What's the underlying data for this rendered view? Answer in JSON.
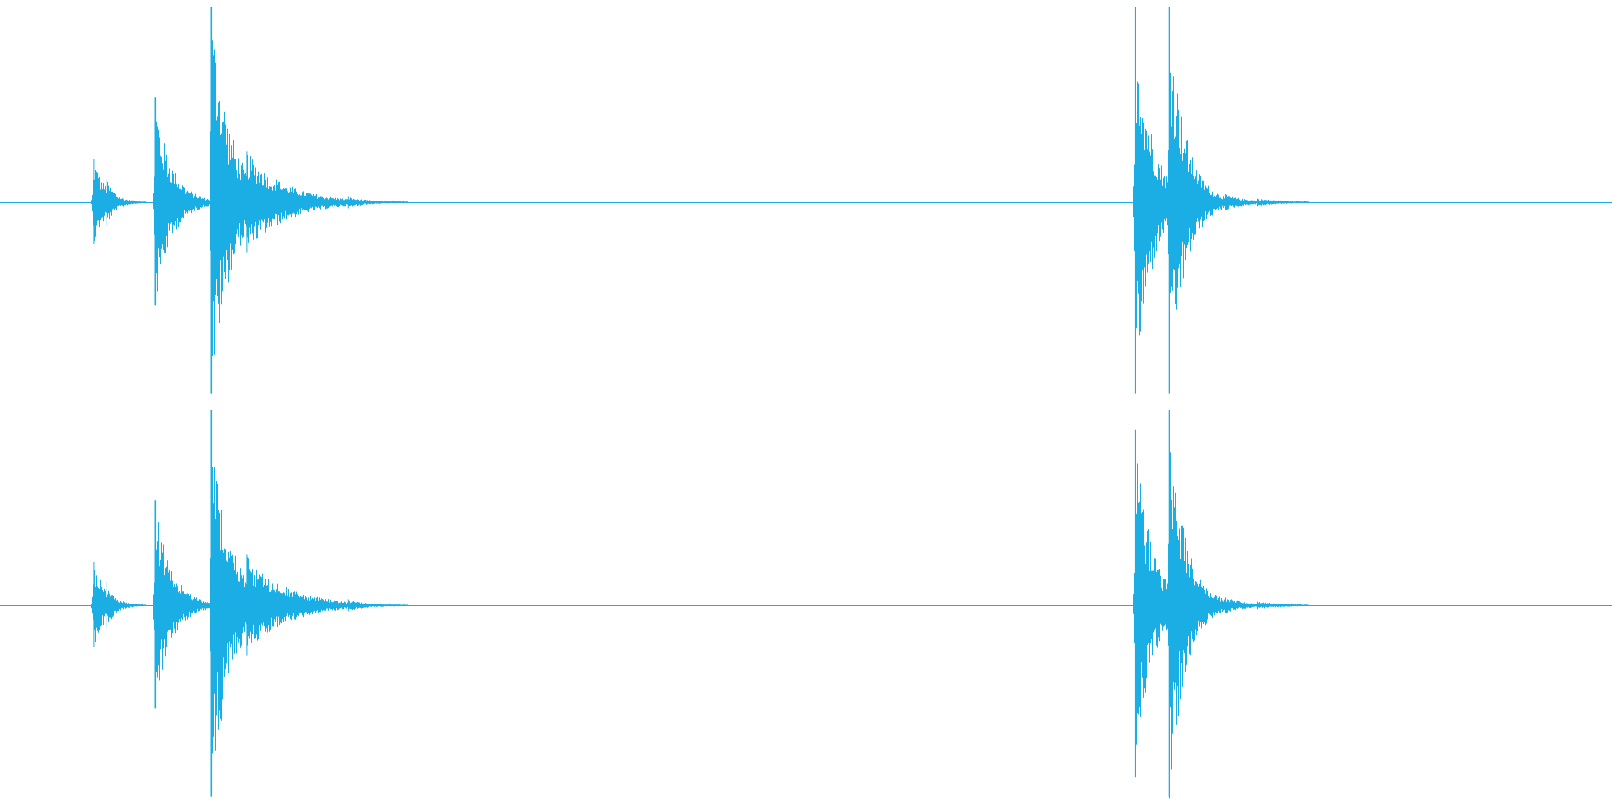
{
  "colors": {
    "background": "#ffffff",
    "waveform": "#1aaee5"
  },
  "chart_data": {
    "type": "line",
    "x_range": [
      0,
      1
    ],
    "y_range": [
      -1,
      1
    ],
    "grid": false,
    "legend": "none",
    "series": [
      {
        "transients": [
          {
            "t": 0.058,
            "amp": 0.22,
            "decay": 0.008
          },
          {
            "t": 0.066,
            "amp": 0.12,
            "decay": 0.006
          },
          {
            "t": 0.096,
            "amp": 0.54,
            "decay": 0.01
          },
          {
            "t": 0.131,
            "amp": 1.0,
            "decay": 0.012
          },
          {
            "t": 0.153,
            "amp": 0.26,
            "decay": 0.024
          },
          {
            "t": 0.166,
            "amp": 0.06,
            "decay": 0.02
          },
          {
            "t": 0.216,
            "amp": 0.03,
            "decay": 0.014
          },
          {
            "t": 0.704,
            "amp": 1.0,
            "decay": 0.01
          },
          {
            "t": 0.707,
            "amp": 0.24,
            "decay": 0.008
          },
          {
            "t": 0.725,
            "amp": 1.0,
            "decay": 0.01
          },
          {
            "t": 0.736,
            "amp": 0.06,
            "decay": 0.01
          },
          {
            "t": 0.746,
            "amp": 0.05,
            "decay": 0.012
          },
          {
            "t": 0.76,
            "amp": 0.04,
            "decay": 0.015
          },
          {
            "t": 0.78,
            "amp": 0.02,
            "decay": 0.02
          }
        ]
      },
      {
        "transients": [
          {
            "t": 0.058,
            "amp": 0.22,
            "decay": 0.008
          },
          {
            "t": 0.066,
            "amp": 0.12,
            "decay": 0.006
          },
          {
            "t": 0.096,
            "amp": 0.54,
            "decay": 0.01
          },
          {
            "t": 0.131,
            "amp": 1.0,
            "decay": 0.012
          },
          {
            "t": 0.153,
            "amp": 0.26,
            "decay": 0.024
          },
          {
            "t": 0.166,
            "amp": 0.06,
            "decay": 0.02
          },
          {
            "t": 0.216,
            "amp": 0.03,
            "decay": 0.014
          },
          {
            "t": 0.704,
            "amp": 0.9,
            "decay": 0.01
          },
          {
            "t": 0.707,
            "amp": 0.22,
            "decay": 0.008
          },
          {
            "t": 0.725,
            "amp": 1.0,
            "decay": 0.01
          },
          {
            "t": 0.736,
            "amp": 0.06,
            "decay": 0.01
          },
          {
            "t": 0.746,
            "amp": 0.05,
            "decay": 0.012
          },
          {
            "t": 0.76,
            "amp": 0.04,
            "decay": 0.015
          },
          {
            "t": 0.78,
            "amp": 0.02,
            "decay": 0.02
          }
        ]
      }
    ]
  }
}
